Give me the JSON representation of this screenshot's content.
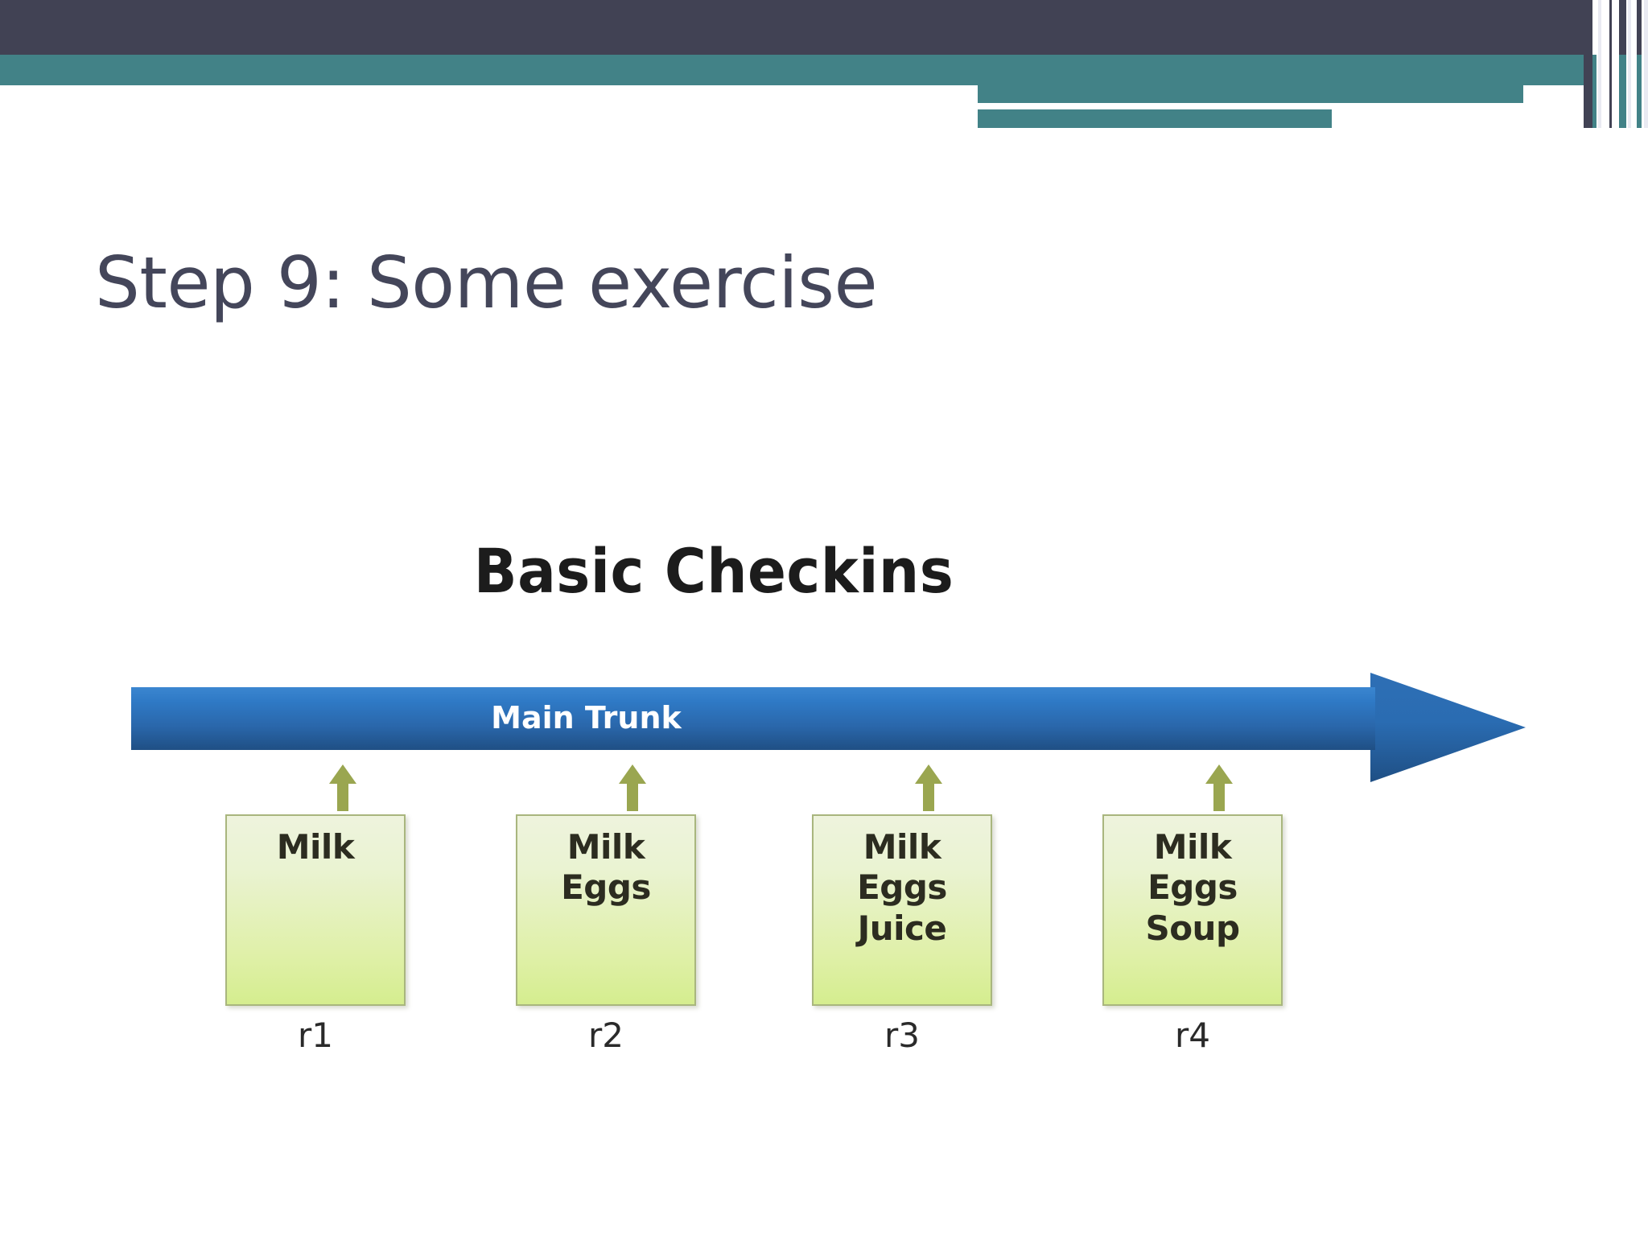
{
  "slide": {
    "title": "Step 9: Some exercise",
    "theme": {
      "header_dark": "#414254",
      "header_teal": "#428287",
      "title_color": "#44465a",
      "trunk_blue_light": "#3079c6",
      "trunk_blue_dark": "#1f4f84",
      "box_green_light": "#eef3dd",
      "box_green_dark": "#d5ed8f",
      "box_border": "#a9b67e",
      "up_arrow_green": "#9aa650"
    }
  },
  "diagram": {
    "heading": "Basic Checkins",
    "trunk_label": "Main Trunk",
    "checkins": [
      {
        "id": "r1",
        "label": "r1",
        "lines": [
          "Milk"
        ]
      },
      {
        "id": "r2",
        "label": "r2",
        "lines": [
          "Milk",
          "Eggs"
        ]
      },
      {
        "id": "r3",
        "label": "r3",
        "lines": [
          "Milk",
          "Eggs",
          "Juice"
        ]
      },
      {
        "id": "r4",
        "label": "r4",
        "lines": [
          "Milk",
          "Eggs",
          "Soup"
        ]
      }
    ]
  }
}
